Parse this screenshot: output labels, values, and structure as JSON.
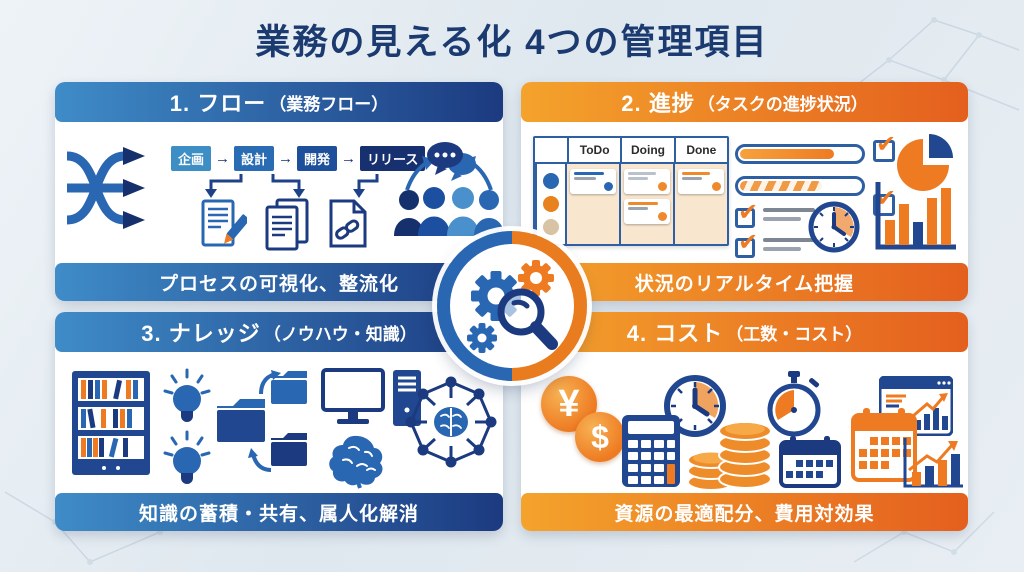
{
  "title": "業務の見える化 4つの管理項目",
  "glyphs": {
    "check": "✔"
  },
  "colors": {
    "background": "#e3eaf1",
    "title": "#1b3a70",
    "blue_light": "#3f8cc8",
    "blue_dark": "#1c3a80",
    "orange_light": "#f4a32c",
    "orange_dark": "#e45f1e",
    "panel_bg": "#ffffff",
    "kanban_dot_blue": "#2a67b2",
    "kanban_dot_orange": "#e8821f",
    "kanban_dot_tan": "#d8c3a5"
  },
  "panels": {
    "flow": {
      "number_title": "1. フロー",
      "subtitle": "（業務フロー）",
      "caption": "プロセスの可視化、整流化",
      "steps": [
        "企画",
        "設計",
        "開発",
        "リリース"
      ],
      "arrow": "→"
    },
    "progress": {
      "number_title": "2. 進捗",
      "subtitle": "（タスクの進捗状況）",
      "caption": "状況のリアルタイム把握",
      "kanban_columns": [
        "ToDo",
        "Doing",
        "Done"
      ]
    },
    "knowledge": {
      "number_title": "3. ナレッジ",
      "subtitle": "（ノウハウ・知識）",
      "caption": "知識の蓄積・共有、属人化解消"
    },
    "cost": {
      "number_title": "4. コスト",
      "subtitle": "（工数・コスト）",
      "caption": "資源の最適配分、費用対効果",
      "yen_symbol": "¥",
      "dollar_symbol": "$"
    }
  },
  "icons": {
    "center": [
      "gear-icon",
      "magnifier-icon"
    ],
    "flow": [
      "flow-arrows-icon",
      "document-edit-icon",
      "documents-stack-icon",
      "document-link-icon",
      "speech-bubbles-icon",
      "team-discussion-icon"
    ],
    "progress": [
      "kanban-board-icon",
      "progress-bar-icon",
      "checkbox-icon",
      "checklist-icon",
      "clock-icon",
      "pie-chart-icon",
      "bar-chart-icon"
    ],
    "knowledge": [
      "bookshelf-icon",
      "lightbulb-icon",
      "folder-share-icon",
      "computer-icon",
      "brain-icon",
      "brain-network-icon"
    ],
    "cost": [
      "yen-coin-icon",
      "dollar-coin-icon",
      "calculator-icon",
      "clock-icon",
      "coin-stack-icon",
      "stopwatch-icon",
      "calendar-icon",
      "chart-window-icon",
      "growth-chart-icon"
    ]
  }
}
